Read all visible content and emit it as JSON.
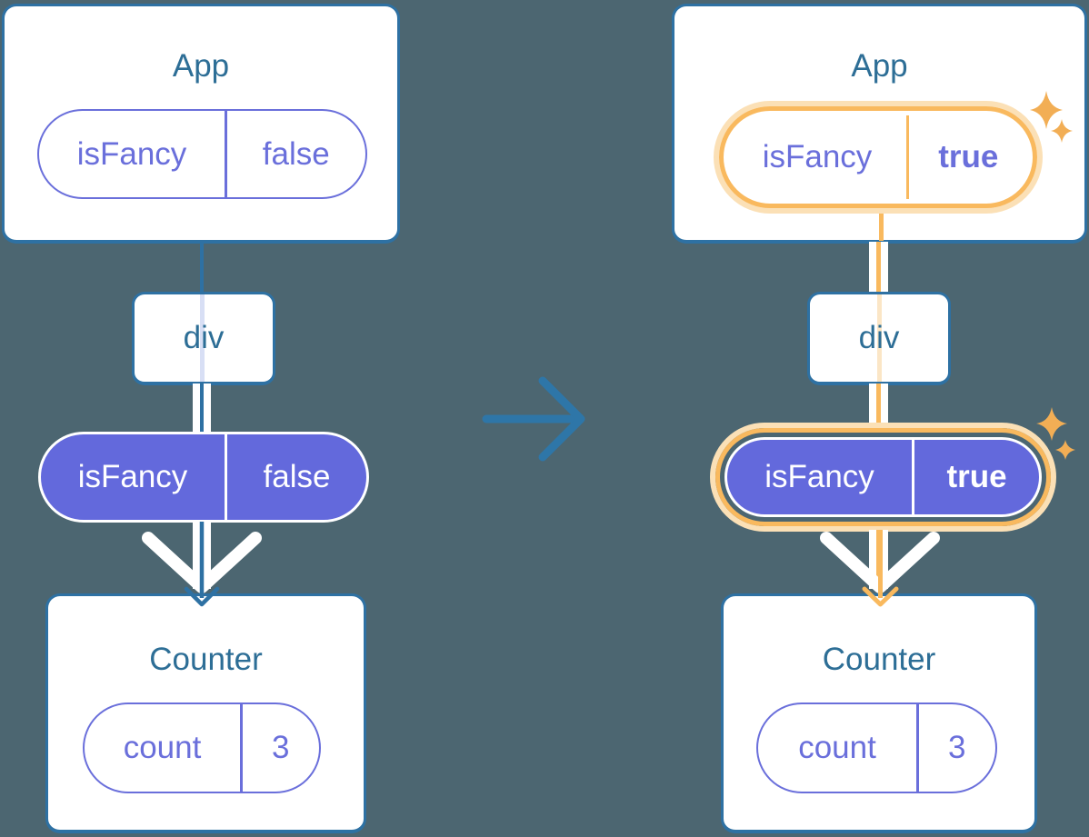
{
  "diagram": {
    "description": "React state/prop flow: App passes isFancy prop through div to Counter; left shows before (false), right shows after (true) with highlighted changed prop",
    "left": {
      "app": {
        "title": "App",
        "prop_name": "isFancy",
        "prop_value": "false"
      },
      "wrapper": {
        "label": "div"
      },
      "pill": {
        "name": "isFancy",
        "value": "false"
      },
      "counter": {
        "title": "Counter",
        "state_name": "count",
        "state_value": "3"
      }
    },
    "right": {
      "app": {
        "title": "App",
        "prop_name": "isFancy",
        "prop_value": "true"
      },
      "wrapper": {
        "label": "div"
      },
      "pill": {
        "name": "isFancy",
        "value": "true"
      },
      "counter": {
        "title": "Counter",
        "state_name": "count",
        "state_value": "3"
      }
    }
  },
  "icons": {
    "transition_arrow": "right-arrow",
    "sparkle": "four-point-star"
  },
  "colors": {
    "background": "#4C6671",
    "card_background": "#FFFFFF",
    "card_border": "#2E71A3",
    "title_text": "#2D6E96",
    "purple_outline": "#6A6FDB",
    "purple_fill": "#6369DC",
    "highlight_orange": "#F9B95E",
    "highlight_orange_pale": "#FBE0B6",
    "sparkle_orange": "#F2AE55",
    "pale_lavender_line": "#D8DFF5",
    "pale_peach_line": "#FBE6C6",
    "arrow_blue": "#2E76A8",
    "white": "#FFFFFF"
  }
}
